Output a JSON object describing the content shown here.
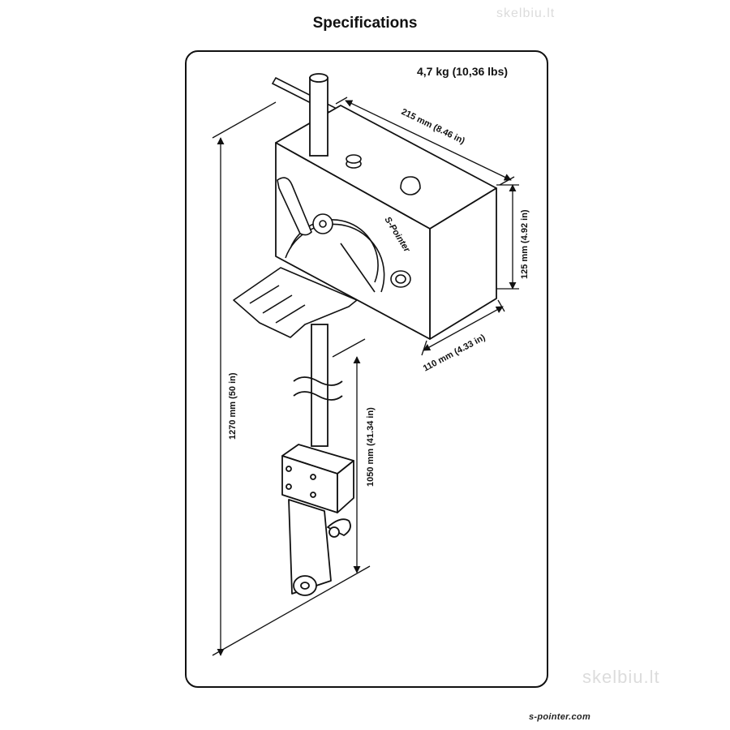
{
  "title": "Specifications",
  "weight": "4,7 kg (10,36 lbs)",
  "dimensions": {
    "width": "215 mm (8.46 in)",
    "height": "125 mm (4.92 in)",
    "depth": "110 mm (4.33 in)",
    "total_height": "1270 mm (50 in)",
    "pole_length": "1050 mm (41.34 in)"
  },
  "brand_label": "S-Pointer",
  "footer": "s-pointer.com",
  "watermark": "skelbiu.lt"
}
